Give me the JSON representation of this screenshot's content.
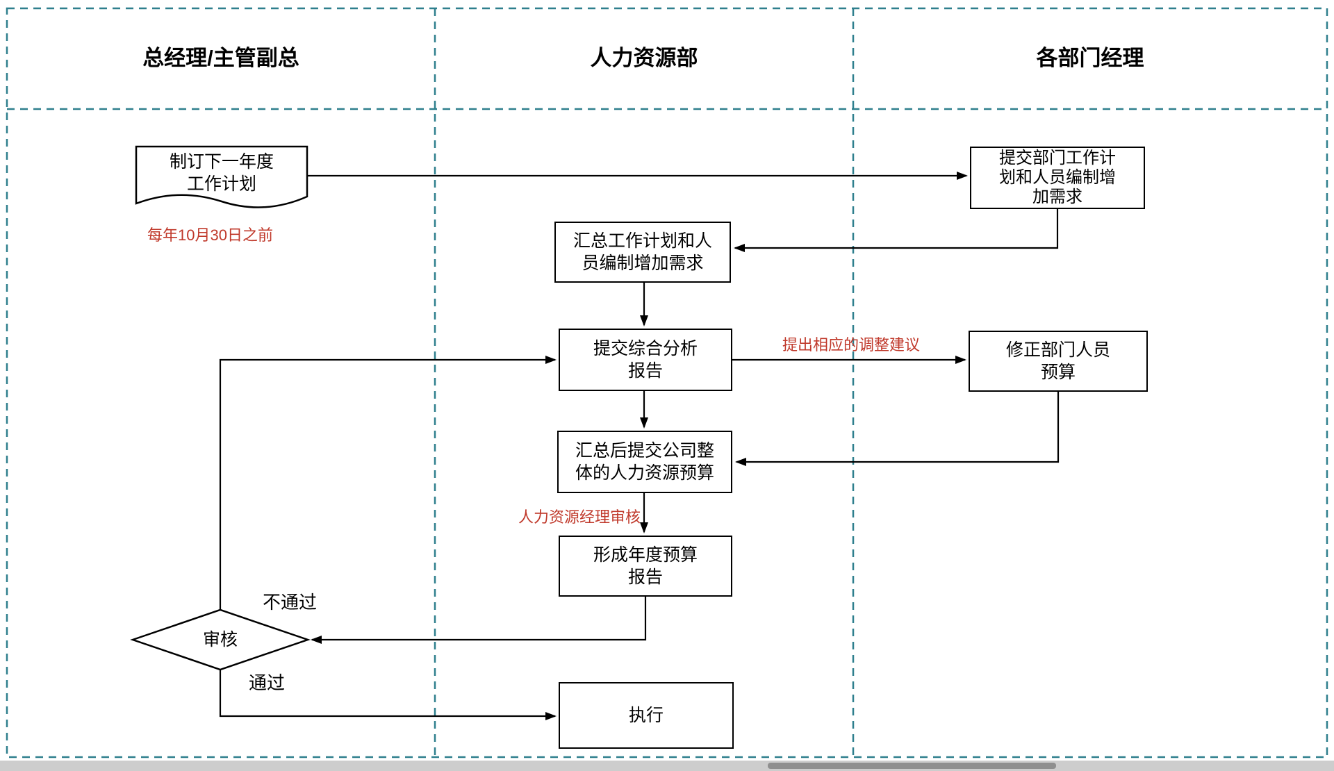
{
  "header": {
    "lane1": "总经理/主管副总",
    "lane2": "人力资源部",
    "lane3": "各部门经理"
  },
  "nodes": {
    "plan": "制订下一年度\n工作计划",
    "submit_dept": "提交部门工作计\n划和人员编制增\n加需求",
    "summarize": "汇总工作计划和人\n员编制增加需求",
    "analysis": "提交综合分析\n报告",
    "revise": "修正部门人员\n预算",
    "overall": "汇总后提交公司整\n体的人力资源预算",
    "annual": "形成年度预算\n报告",
    "review": "审核",
    "execute": "执行"
  },
  "labels": {
    "deadline": "每年10月30日之前",
    "adjust": "提出相应的调整建议",
    "hr_review": "人力资源经理审核",
    "fail": "不通过",
    "pass": "通过"
  },
  "colors": {
    "lane_border": "#2e7f8d",
    "annotation": "#c0392b",
    "shape_border": "#000000"
  }
}
